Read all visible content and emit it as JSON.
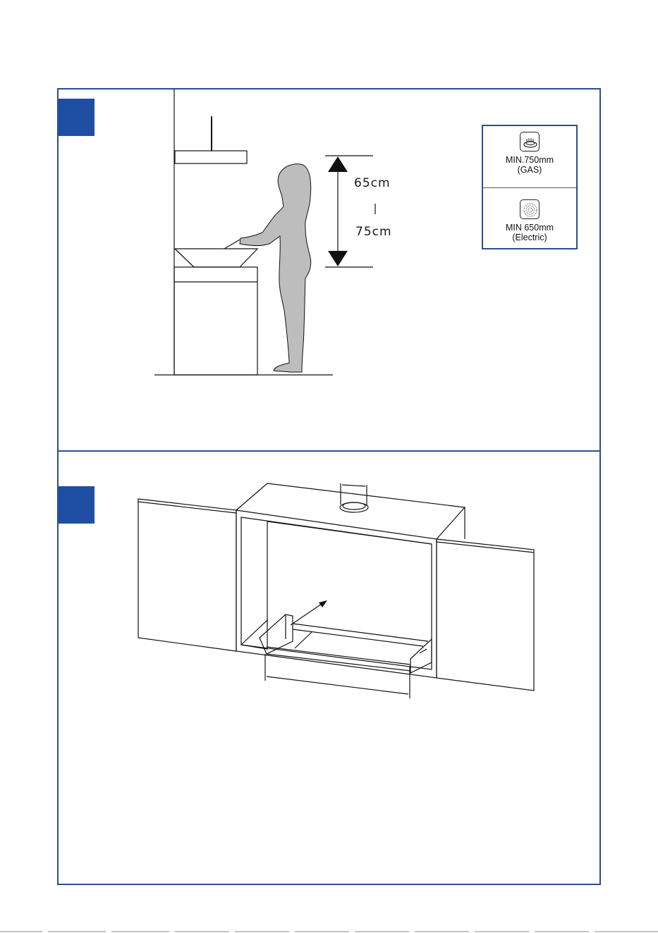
{
  "colors": {
    "frame": "#2a4f8f",
    "marker": "#1f4ea5",
    "silhouette": "#bdbdbd"
  },
  "step1": {
    "dim_top": "65cm",
    "dim_bottom": "75cm",
    "hob_box": {
      "gas_label": "MIN.750mm",
      "gas_type": "(GAS)",
      "gas_icon": "gas-burner-icon",
      "electric_label": "MIN 650mm",
      "electric_type": "(Electric)",
      "electric_icon": "electric-plate-icon"
    }
  }
}
